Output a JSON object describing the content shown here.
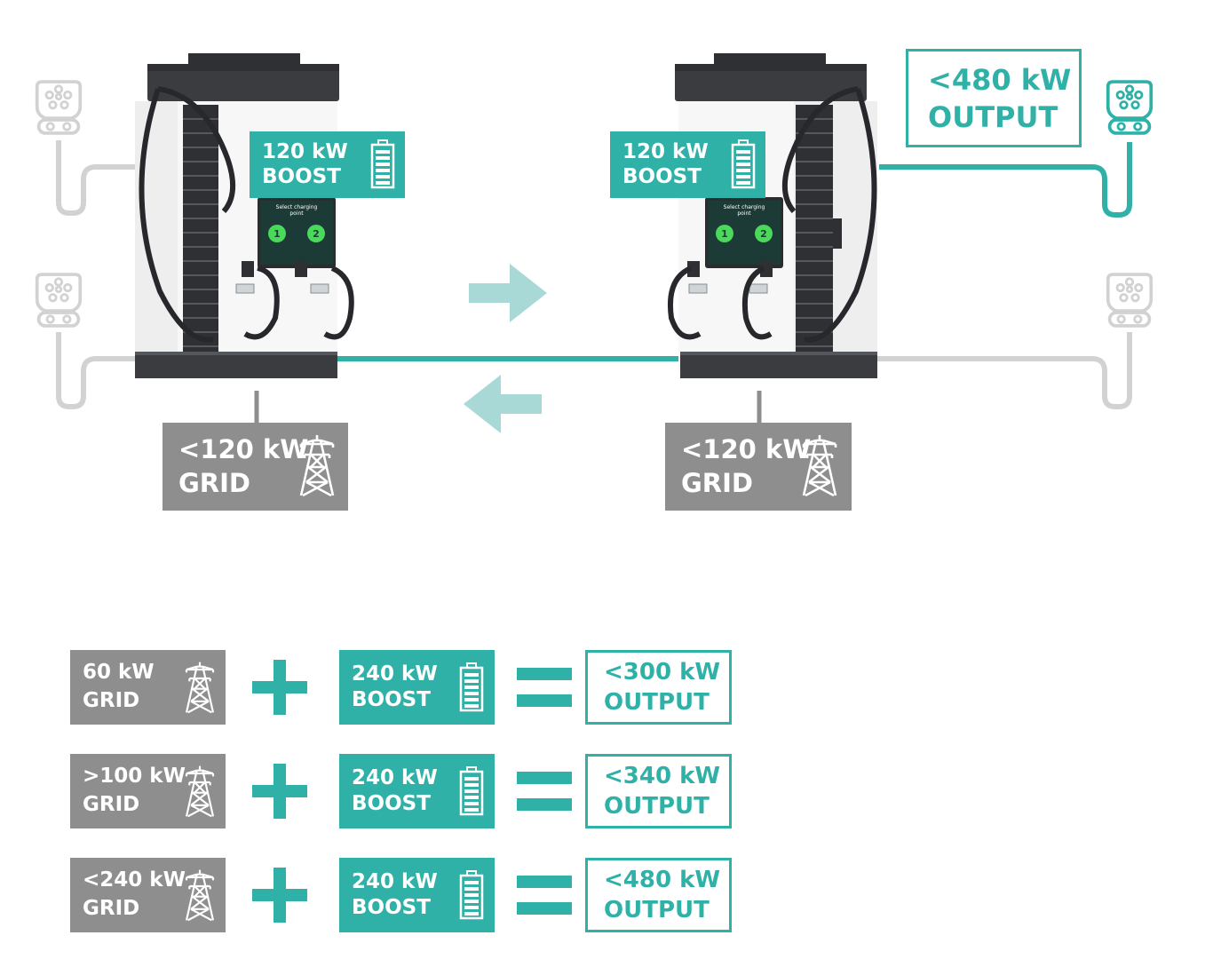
{
  "colors": {
    "teal": "#2fb1a8",
    "teal_light": "#a9d9d6",
    "gray_box": "#8e8e8e",
    "gray_cable": "#d2d2d2",
    "dark": "#2e3033"
  },
  "top": {
    "left_charger": {
      "boost_line1": "120 kW",
      "boost_line2": "BOOST",
      "grid_line1": "<120 kW",
      "grid_line2": "GRID",
      "screen_title_line1": "Select charging",
      "screen_title_line2": "point",
      "screen_slot1": "1",
      "screen_slot2": "2"
    },
    "right_charger": {
      "boost_line1": "120 kW",
      "boost_line2": "BOOST",
      "grid_line1": "<120 kW",
      "grid_line2": "GRID",
      "screen_title_line1": "Select charging",
      "screen_title_line2": "point",
      "screen_slot1": "1",
      "screen_slot2": "2"
    },
    "output_line1": "<480 kW",
    "output_line2": "OUTPUT",
    "icons": [
      "ev-connector-icon",
      "battery-icon",
      "power-pylon-icon",
      "arrow-right-icon",
      "arrow-left-icon"
    ]
  },
  "equations": [
    {
      "grid_line1": "60 kW",
      "grid_line2": "GRID",
      "boost_line1": "240 kW",
      "boost_line2": "BOOST",
      "output_line1": "<300 kW",
      "output_line2": "OUTPUT"
    },
    {
      "grid_line1": ">100 kW",
      "grid_line2": "GRID",
      "boost_line1": "240 kW",
      "boost_line2": "BOOST",
      "output_line1": "<340 kW",
      "output_line2": "OUTPUT"
    },
    {
      "grid_line1": "<240 kW",
      "grid_line2": "GRID",
      "boost_line1": "240 kW",
      "boost_line2": "BOOST",
      "output_line1": "<480 kW",
      "output_line2": "OUTPUT"
    }
  ]
}
